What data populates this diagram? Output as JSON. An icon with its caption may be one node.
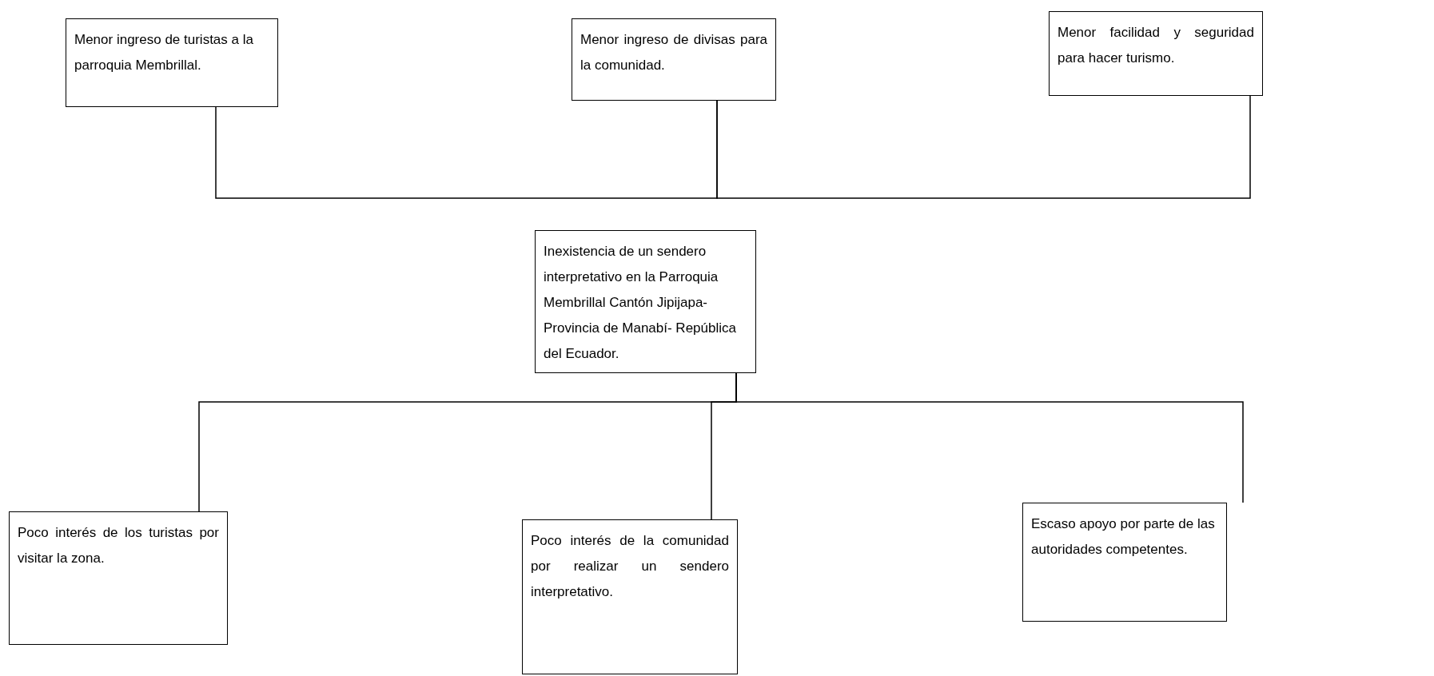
{
  "diagram": {
    "nodes": [
      {
        "text": [
          "Menor ingreso de turistas a la parroquia Membrillal."
        ]
      },
      {
        "text": [
          "Menor ingreso de divisas para la comunidad."
        ]
      },
      {
        "text": [
          "Menor facilidad y seguridad para hacer turismo."
        ]
      },
      {
        "text": [
          "Inexistencia de un sendero interpretativo en la Parroquia Membrillal Cantón Jipijapa- Provincia de Manabí- República del Ecuador."
        ]
      },
      {
        "text": [
          "Poco interés de los turistas por visitar la zona."
        ]
      },
      {
        "text": [
          "Poco interés de la comunidad por realizar un sendero interpretativo."
        ]
      },
      {
        "text": [
          "Escaso apoyo por parte de las autoridades competentes."
        ]
      }
    ],
    "edges": [
      {
        "from": 0,
        "to": 1,
        "arrow": "none"
      },
      {
        "from": 1,
        "to": 2,
        "arrow": "none"
      },
      {
        "from": 3,
        "to": 4,
        "arrow": "none"
      },
      {
        "from": 3,
        "to": 5,
        "arrow": "none"
      },
      {
        "from": 3,
        "to": 6,
        "arrow": "none"
      }
    ]
  }
}
